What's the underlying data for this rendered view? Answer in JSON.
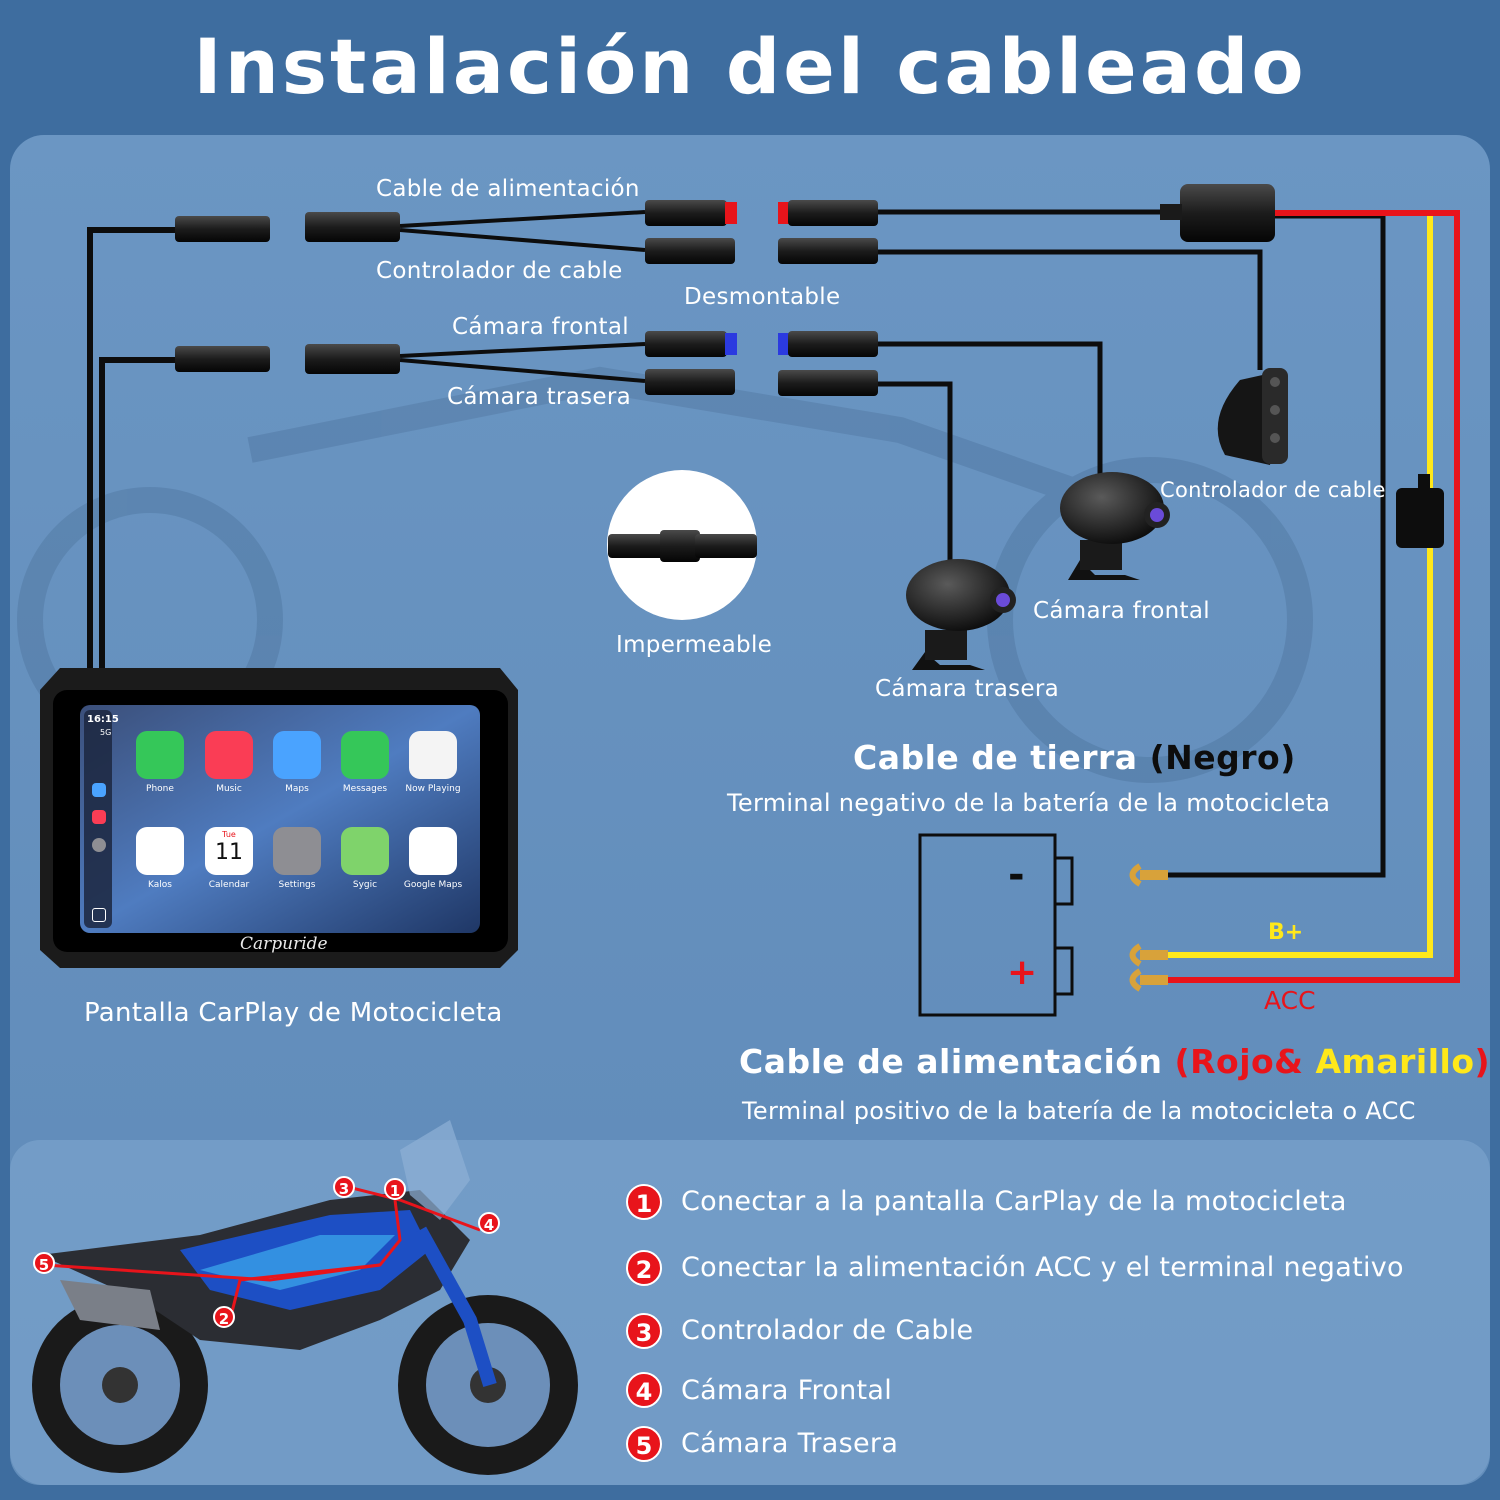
{
  "title": "Instalación del cableado",
  "labels": {
    "power_cable": "Cable de alimentación",
    "cable_controller": "Controlador de cable",
    "detachable": "Desmontable",
    "front_camera": "Cámara frontal",
    "rear_camera": "Cámara trasera",
    "controller_right": "Controlador de cable",
    "waterproof": "Impermeable",
    "front_camera_device": "Cámara frontal",
    "rear_camera_device": "Cámara trasera",
    "screen_caption": "Pantalla CarPlay de Motocicleta"
  },
  "ground": {
    "title": "Cable de tierra",
    "color_note": "(Negro)",
    "desc": "Terminal negativo de la batería de la motocicleta"
  },
  "power": {
    "title": "Cable de alimentación",
    "open": "(",
    "red_word": "Rojo&",
    "yellow_word": "Amarillo",
    "close": ")",
    "desc": "Terminal positivo de la batería de la motocicleta o ACC"
  },
  "battery": {
    "minus": "-",
    "plus": "+",
    "b_plus": "B+",
    "acc": "ACC"
  },
  "screen": {
    "time": "16:15",
    "signal": "5G",
    "brand": "Carpuride",
    "calendar_day": "Tue",
    "calendar_date": "11",
    "apps": [
      {
        "name": "Phone",
        "color": "#35c759"
      },
      {
        "name": "Music",
        "color": "#fa3d55"
      },
      {
        "name": "Maps",
        "color": "#4aa3ff"
      },
      {
        "name": "Messages",
        "color": "#35c759"
      },
      {
        "name": "Now Playing",
        "color": "#f4f4f4"
      },
      {
        "name": "Kalos",
        "color": "#ffffff"
      },
      {
        "name": "Calendar",
        "color": "#ffffff"
      },
      {
        "name": "Settings",
        "color": "#8e8e93"
      },
      {
        "name": "Sygic",
        "color": "#7fd36b"
      },
      {
        "name": "Google Maps",
        "color": "#ffffff"
      }
    ]
  },
  "steps": [
    {
      "num": "1",
      "text": "Conectar a la pantalla CarPlay de la motocicleta"
    },
    {
      "num": "2",
      "text": "Conectar la alimentación ACC y el terminal negativo"
    },
    {
      "num": "3",
      "text": "Controlador de Cable"
    },
    {
      "num": "4",
      "text": "Cámara Frontal"
    },
    {
      "num": "5",
      "text": "Cámara Trasera"
    }
  ],
  "bike_markers": [
    "1",
    "2",
    "3",
    "4",
    "5"
  ],
  "colors": {
    "background": "#3e6d9f",
    "panel": "#6d97c2",
    "wire_red": "#e8141b",
    "wire_yellow": "#ffe81a",
    "wire_black": "#111111"
  }
}
